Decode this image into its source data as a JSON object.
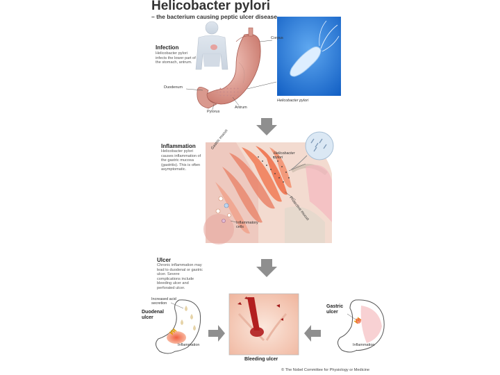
{
  "title": "Helicobacter pylori",
  "subtitle": "– the bacterium causing peptic ulcer disease",
  "infection": {
    "heading": "Infection",
    "text": "Helicobacter pylori infects the lower part of the stomach, antrum.",
    "labels": {
      "corpus": "Corpus",
      "duodenum": "Duodenum",
      "pylorus": "Pylorus",
      "antrum": "Antrum"
    },
    "micrograph_caption": "Helicobacter pylori"
  },
  "inflammation": {
    "heading": "Inflammation",
    "text": "Helicobacter pylori causes inflammation of the gastric mucosa (gastritis). This is often asymptomatic.",
    "labels": {
      "gastric_mucus": "Gastric mucus",
      "bacterium": "Helicobacter pylori",
      "protective_mucus": "Protective mucus",
      "inflammatory_cells": "Inflammatory cells"
    }
  },
  "ulcer": {
    "heading": "Ulcer",
    "text": "Chronic inflammation may lead to duodenal or gastric ulcer. Severe complications include bleeding ulcer and perforated ulcer.",
    "labels": {
      "increased_acid": "Increased acid secretion",
      "duodenal_ulcer": "Duodenal ulcer",
      "inflammation_left": "Inflammation",
      "gastric_ulcer": "Gastric ulcer",
      "inflammation_right": "Inflammation",
      "bleeding_ulcer": "Bleeding ulcer"
    }
  },
  "copyright": "© The Nobel Committee for Physiology or Medicine",
  "colors": {
    "arrow": "#8f8f8f",
    "tissue": "#e9846a",
    "micrograph_bg": "#1f73d6",
    "mucosa": "#f3c9b8"
  }
}
